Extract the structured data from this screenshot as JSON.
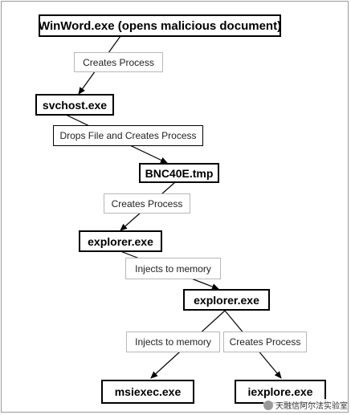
{
  "nodes": {
    "winword": "WinWord.exe (opens malicious document)",
    "svchost": "svchost.exe",
    "bnc40e": "BNC40E.tmp",
    "explorer_1": "explorer.exe",
    "explorer_2": "explorer.exe",
    "msiexec": "msiexec.exe",
    "iexplore": "iexplore.exe"
  },
  "edge_labels": {
    "winword_svchost": "Creates Process",
    "svchost_bnc40e": "Drops File and Creates Process",
    "bnc40e_explorer": "Creates Process",
    "explorer_explorer": "Injects to memory",
    "explorer_msiexec": "Injects to memory",
    "explorer_iexplore": "Creates Process"
  },
  "colors": {
    "line": "#000000",
    "label_border": "#b8b8b8"
  },
  "watermark": {
    "text": "天融信阿尔法实验室",
    "icon": "wechat-icon"
  }
}
